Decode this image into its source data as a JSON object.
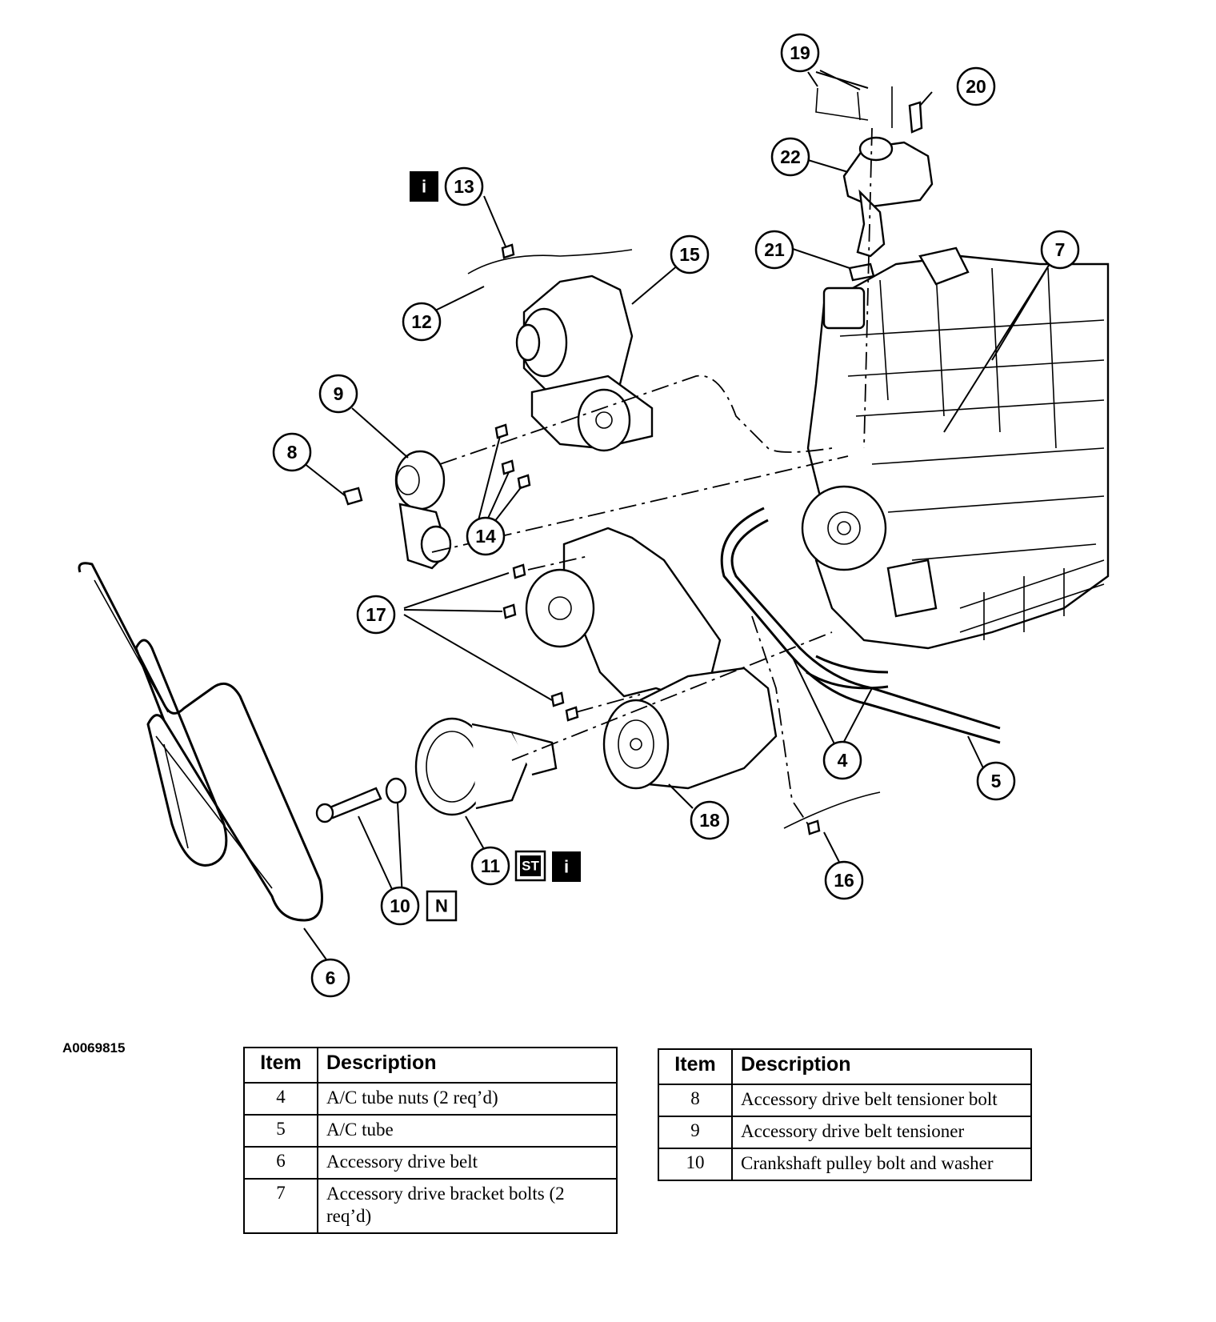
{
  "figure_id": "A0069815",
  "callouts": [
    "4",
    "5",
    "6",
    "7",
    "8",
    "9",
    "10",
    "11",
    "12",
    "13",
    "14",
    "15",
    "16",
    "17",
    "18",
    "19",
    "20",
    "21",
    "22"
  ],
  "badges": {
    "info": "i",
    "special_tool": "ST",
    "new_part": "N"
  },
  "tables": [
    {
      "headers": {
        "item": "Item",
        "description": "Description"
      },
      "rows": [
        {
          "item": "4",
          "description": "A/C tube nuts (2 req’d)"
        },
        {
          "item": "5",
          "description": "A/C tube"
        },
        {
          "item": "6",
          "description": "Accessory drive belt"
        },
        {
          "item": "7",
          "description": "Accessory drive bracket bolts (2 req’d)"
        }
      ]
    },
    {
      "headers": {
        "item": "Item",
        "description": "Description"
      },
      "rows": [
        {
          "item": "8",
          "description": "Accessory drive belt tensioner bolt"
        },
        {
          "item": "9",
          "description": "Accessory drive belt tensioner"
        },
        {
          "item": "10",
          "description": "Crankshaft pulley bolt and washer"
        }
      ]
    }
  ]
}
